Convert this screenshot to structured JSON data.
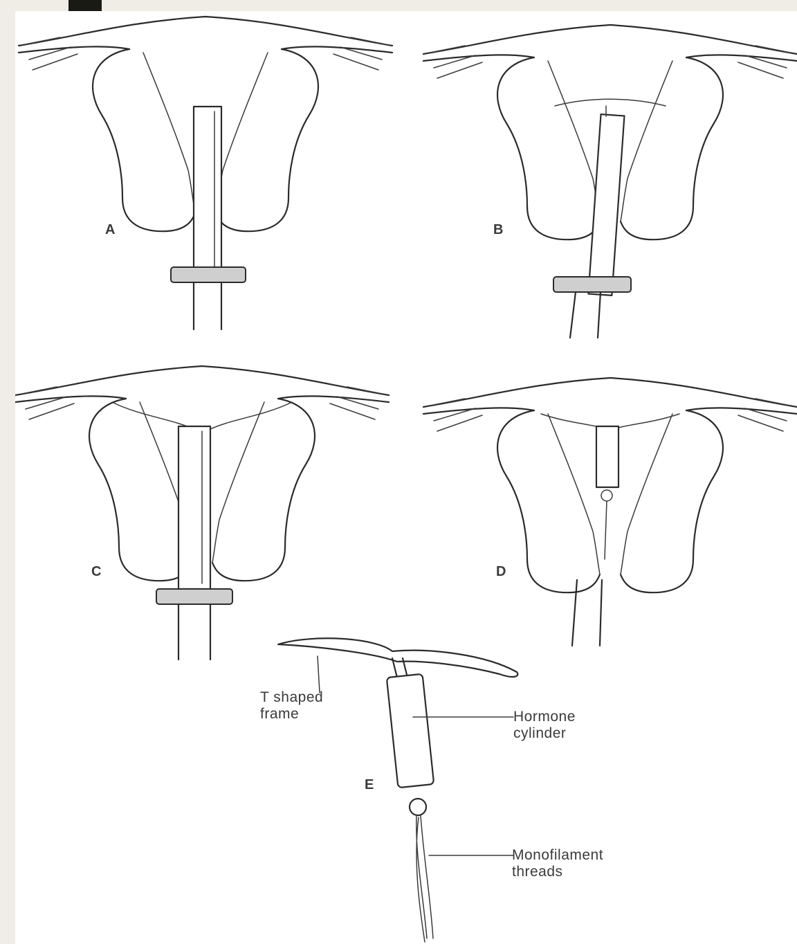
{
  "panels": {
    "a": {
      "letter": "A"
    },
    "b": {
      "letter": "B"
    },
    "c": {
      "letter": "C"
    },
    "d": {
      "letter": "D"
    },
    "e": {
      "letter": "E"
    }
  },
  "callouts": {
    "frame": {
      "line1": "T shaped",
      "line2": "frame"
    },
    "hormone": {
      "line1": "Hormone",
      "line2": "cylinder"
    },
    "threads": {
      "line1": "Monofilament",
      "line2": "threads"
    }
  }
}
